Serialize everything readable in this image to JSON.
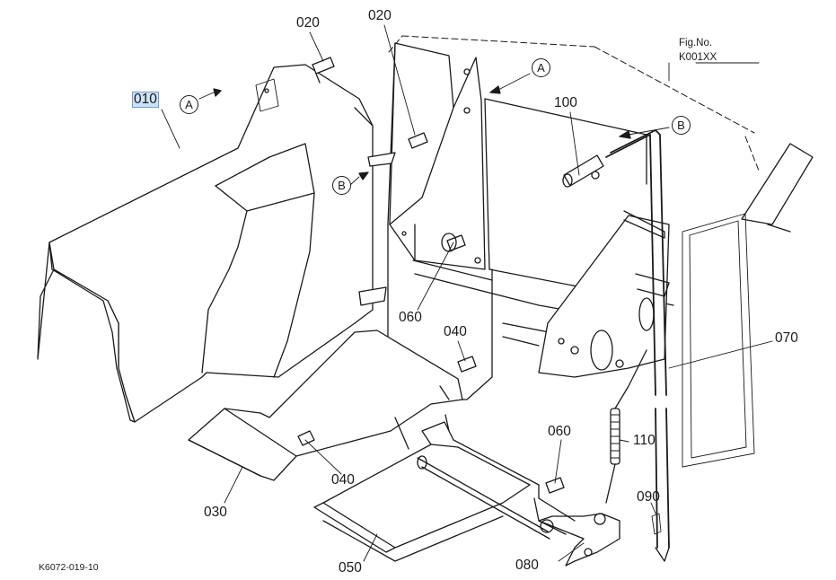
{
  "figure": {
    "fig_label": "Fig.No.",
    "fig_number": "K001XX",
    "footer_code": "K6072-019-10"
  },
  "part_labels": {
    "p010": "010",
    "p020a": "020",
    "p020b": "020",
    "p030": "030",
    "p040a": "040",
    "p040b": "040",
    "p050": "050",
    "p060a": "060",
    "p060b": "060",
    "p070": "070",
    "p080": "080",
    "p090": "090",
    "p100": "100",
    "p110": "110"
  },
  "reference_markers": {
    "a_left": "A",
    "a_right": "A",
    "b_left": "B",
    "b_right": "B"
  },
  "highlighted_part": "010",
  "highlight_color": "#cfe2f7"
}
